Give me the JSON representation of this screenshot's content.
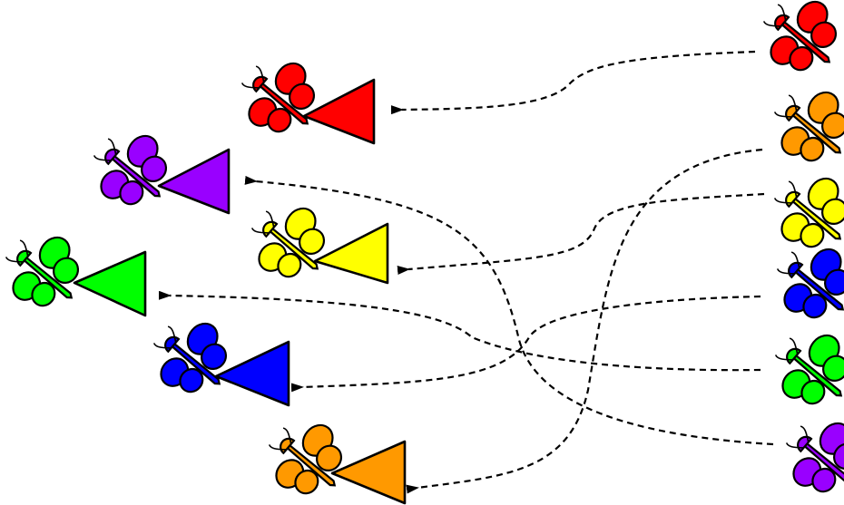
{
  "diagram": {
    "type": "matching-puzzle",
    "stroke_color": "#000000",
    "figures": [
      {
        "id": "t-red",
        "color": "#ff0000",
        "shape": "butterfly-triangle"
      },
      {
        "id": "t-purple",
        "color": "#9900ff",
        "shape": "butterfly-triangle"
      },
      {
        "id": "t-yellow",
        "color": "#ffff00",
        "shape": "butterfly-triangle"
      },
      {
        "id": "t-green",
        "color": "#00ff00",
        "shape": "butterfly-triangle"
      },
      {
        "id": "t-blue",
        "color": "#0000ff",
        "shape": "butterfly-triangle"
      },
      {
        "id": "t-orange",
        "color": "#ff9900",
        "shape": "butterfly-triangle"
      },
      {
        "id": "s-red",
        "color": "#ff0000",
        "shape": "butterfly"
      },
      {
        "id": "s-orange",
        "color": "#ff9900",
        "shape": "butterfly"
      },
      {
        "id": "s-yellow",
        "color": "#ffff00",
        "shape": "butterfly"
      },
      {
        "id": "s-blue",
        "color": "#0000ff",
        "shape": "butterfly"
      },
      {
        "id": "s-green",
        "color": "#00ff00",
        "shape": "butterfly"
      },
      {
        "id": "s-purple",
        "color": "#9900ff",
        "shape": "butterfly"
      }
    ],
    "connections": [
      {
        "from": "s-red",
        "to": "t-red"
      },
      {
        "from": "s-orange",
        "to": "t-orange"
      },
      {
        "from": "s-yellow",
        "to": "t-yellow"
      },
      {
        "from": "s-blue",
        "to": "t-blue"
      },
      {
        "from": "s-green",
        "to": "t-green"
      },
      {
        "from": "s-purple",
        "to": "t-purple"
      }
    ]
  }
}
